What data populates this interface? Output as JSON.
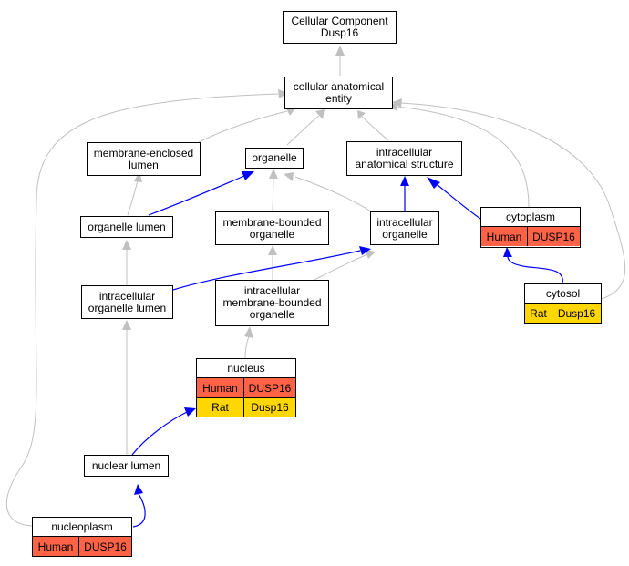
{
  "colors": {
    "human": "#ff6347",
    "rat": "#ffd700",
    "edge_grey": "#c0c0c0",
    "edge_blue": "#0000ff"
  },
  "nodes": {
    "cellular_component": "Cellular Component\nDusp16",
    "cellular_anatomical_entity": "cellular anatomical\nentity",
    "membrane_enclosed_lumen": "membrane-enclosed\nlumen",
    "organelle": "organelle",
    "intracellular_anatomical_structure": "intracellular\nanatomical structure",
    "organelle_lumen": "organelle lumen",
    "membrane_bounded_organelle": "membrane-bounded\norganelle",
    "intracellular_organelle": "intracellular\norganelle",
    "intracellular_organelle_lumen": "intracellular\norganelle lumen",
    "intracellular_membrane_bounded_organelle": "intracellular\nmembrane-bounded\norganelle",
    "nuclear_lumen": "nuclear lumen"
  },
  "tables": {
    "cytoplasm": {
      "title": "cytoplasm",
      "rows": [
        {
          "species": "Human",
          "gene": "DUSP16"
        }
      ]
    },
    "cytosol": {
      "title": "cytosol",
      "rows": [
        {
          "species": "Rat",
          "gene": "Dusp16"
        }
      ]
    },
    "nucleus": {
      "title": "nucleus",
      "rows": [
        {
          "species": "Human",
          "gene": "DUSP16"
        },
        {
          "species": "Rat",
          "gene": "Dusp16"
        }
      ]
    },
    "nucleoplasm": {
      "title": "nucleoplasm",
      "rows": [
        {
          "species": "Human",
          "gene": "DUSP16"
        }
      ]
    }
  }
}
